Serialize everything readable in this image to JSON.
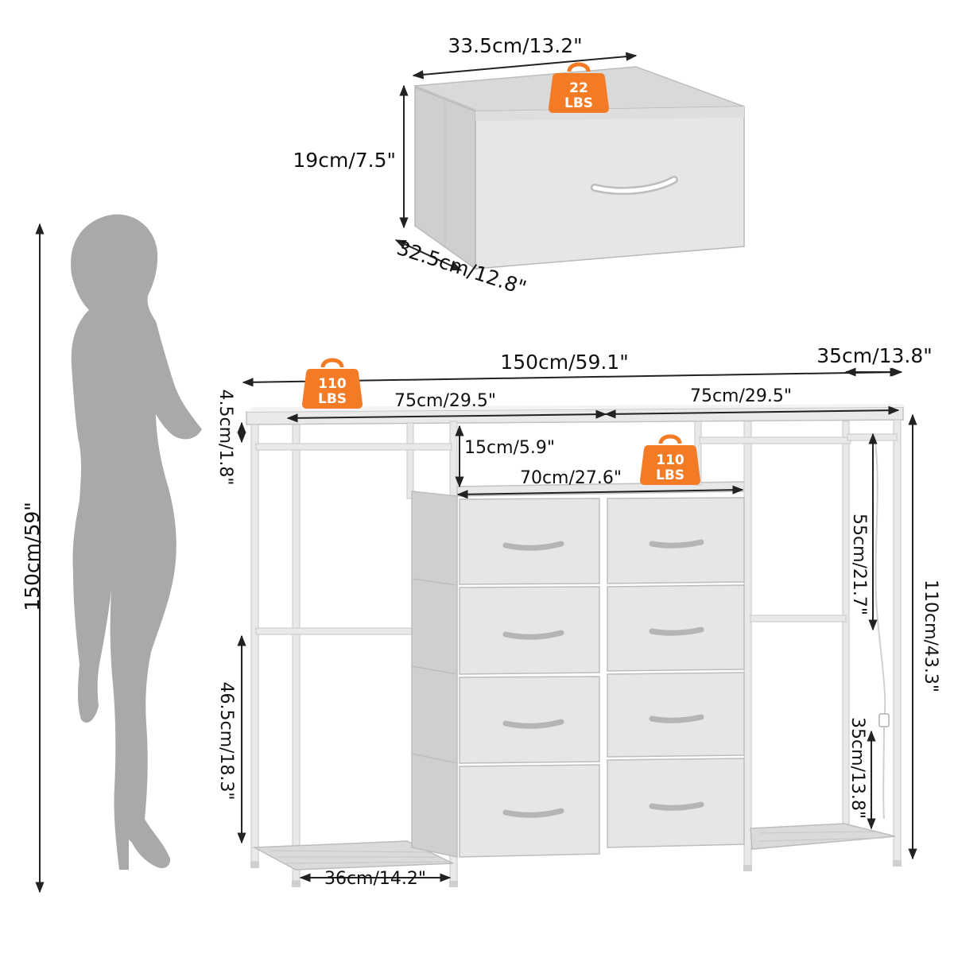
{
  "colors": {
    "badge": "#f47b26",
    "silhouette": "#a9a9a9",
    "frame": "#e9e9e9",
    "frame_edge": "#c7c7c7",
    "fabric": "#e6e6e6",
    "fabric_dark": "#cfcfcf",
    "line": "#222222"
  },
  "bin": {
    "width_label": "33.5cm/13.2\"",
    "height_label": "19cm/7.5\"",
    "depth_label": "32.5cm/12.8\"",
    "badge": {
      "value": "22",
      "unit": "LBS"
    }
  },
  "dresser": {
    "total_width_label": "150cm/59.1\"",
    "depth_label": "35cm/13.8\"",
    "half_left_label": "75cm/29.5\"",
    "half_right_label": "75cm/29.5\"",
    "top_thickness_label": "4.5cm/1.8\"",
    "shelf_gap_label": "15cm/5.9\"",
    "drawer_width_label": "70cm/27.6\"",
    "rod_height_right_label": "55cm/21.7\"",
    "total_height_label": "110cm/43.3\"",
    "lower_right_label": "35cm/13.8\"",
    "lower_left_label": "46.5cm/18.3\"",
    "shelf_width_label": "36cm/14.2\"",
    "top_badge": {
      "value": "110",
      "unit": "LBS"
    },
    "shelf_badge": {
      "value": "110",
      "unit": "LBS"
    }
  },
  "person": {
    "height_label": "150cm/59\""
  }
}
